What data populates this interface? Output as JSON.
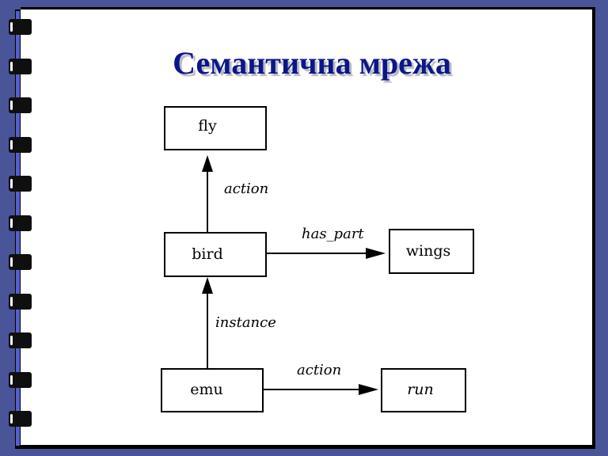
{
  "slide": {
    "title": "Семантична мрежа",
    "accent_color": "#0b1787",
    "frame_color": "#4a5498"
  },
  "diagram": {
    "nodes": [
      {
        "id": "fly",
        "label": "fly"
      },
      {
        "id": "bird",
        "label": "bird"
      },
      {
        "id": "wings",
        "label": "wings"
      },
      {
        "id": "emu",
        "label": "emu"
      },
      {
        "id": "run",
        "label": "run"
      }
    ],
    "edges": [
      {
        "from": "bird",
        "to": "fly",
        "label": "action"
      },
      {
        "from": "bird",
        "to": "wings",
        "label": "has_part"
      },
      {
        "from": "emu",
        "to": "bird",
        "label": "instance"
      },
      {
        "from": "emu",
        "to": "run",
        "label": "action"
      }
    ]
  },
  "binder": {
    "ring_icon": "binder-ring-icon",
    "ring_count": 11
  }
}
